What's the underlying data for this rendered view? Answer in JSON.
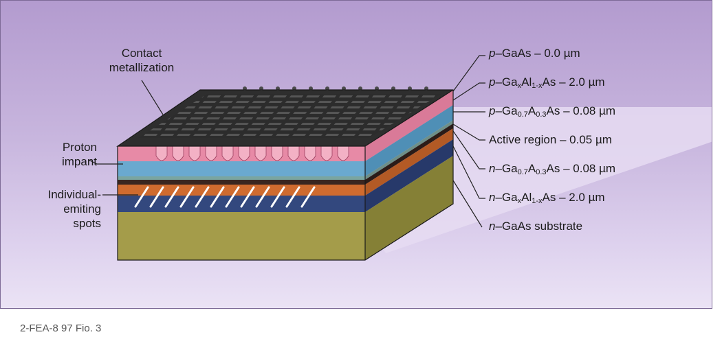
{
  "left_labels": {
    "contact": [
      "Contact",
      "metallization"
    ],
    "proton": [
      "Proton",
      "impant"
    ],
    "spots": [
      "Individual-",
      "emiting",
      "spots"
    ]
  },
  "layers": [
    {
      "pre": "p",
      "rest": "–GaAs – 0.0 µm"
    },
    {
      "pre": "p",
      "rest": "–Ga",
      "s1": "x",
      "mid": "Al",
      "s2": "1-x",
      "tail": "As – 2.0 µm"
    },
    {
      "pre": "p",
      "rest": "–Ga",
      "s1": "0.7",
      "mid": "A",
      "s2": "0.3",
      "tail": "As – 0.08 µm"
    },
    {
      "pre": "",
      "rest": "Active region – 0.05 µm"
    },
    {
      "pre": "n",
      "rest": "–Ga",
      "s1": "0.7",
      "mid": "A",
      "s2": "0.3",
      "tail": "As – 0.08 µm"
    },
    {
      "pre": "n",
      "rest": "–Ga",
      "s1": "x",
      "mid": "Al",
      "s2": "1-x",
      "tail": "As – 2.0 µm"
    },
    {
      "pre": "n",
      "rest": "–GaAs substrate"
    }
  ],
  "caption": "2-FEA-8 97 Fio. 3",
  "colors": {
    "metal_top": "#2e2e2e",
    "cap_pink": "#e78aa6",
    "cladding_blue": "#6aa9cf",
    "active_dark": "#3a2620",
    "orange": "#cf6b2f",
    "lower_clad_navy": "#33487e",
    "substrate_olive": "#a49c4a"
  }
}
